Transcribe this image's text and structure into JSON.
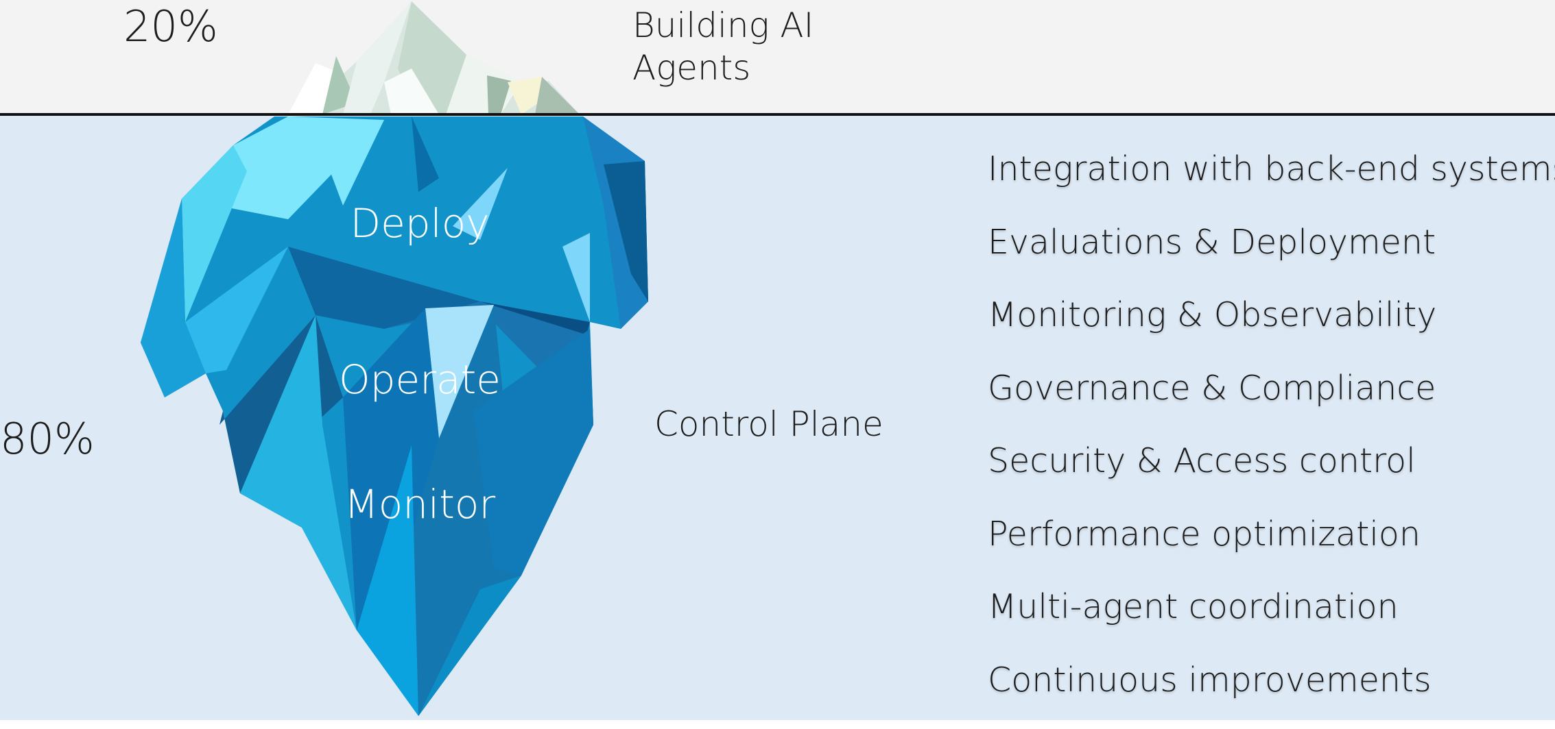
{
  "top_percent": "20%",
  "bottom_percent": "80%",
  "tip_label_line1": "Building AI",
  "tip_label_line2": "Agents",
  "iceberg_labels": {
    "deploy": "Deploy",
    "operate": "Operate",
    "monitor": "Monitor"
  },
  "control_plane": "Control Plane",
  "items": [
    "Integration with back-end systems",
    "Evaluations & Deployment",
    "Monitoring & Observability",
    "Governance & Compliance",
    "Security & Access control",
    "Performance optimization",
    "Multi-agent coordination",
    "Continuous improvements"
  ],
  "colors": {
    "sky": "#f3f3f3",
    "sea": "#dde9f5",
    "ice_main": "#1192c8",
    "ice_light": "#7ee7fb",
    "ice_dark": "#0b5e93"
  }
}
